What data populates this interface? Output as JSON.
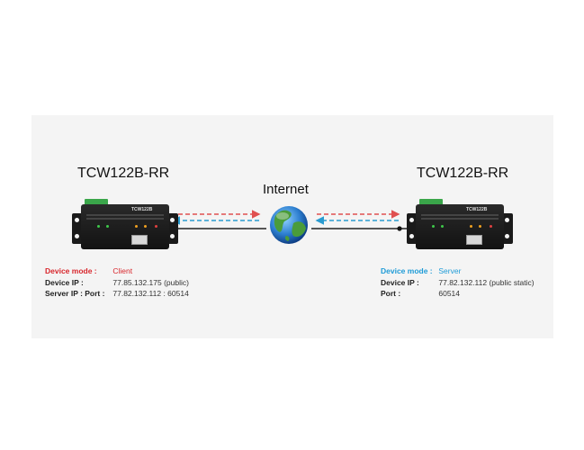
{
  "internet": {
    "label": "Internet"
  },
  "client": {
    "title": "TCW122B-RR",
    "model": "TCW122B",
    "mode_label": "Device mode :",
    "mode_value": "Client",
    "ip_label": "Device IP :",
    "ip_value": "77.85.132.175 (public)",
    "server_label": "Server IP : Port :",
    "server_value": "77.82.132.112 : 60514"
  },
  "server": {
    "title": "TCW122B-RR",
    "model": "TCW122B",
    "mode_label": "Device mode :",
    "mode_value": "Server",
    "ip_label": "Device IP :",
    "ip_value": "77.82.132.112 (public static)",
    "port_label": "Port :",
    "port_value": "60514"
  },
  "colors": {
    "client_accent": "#d8262c",
    "server_accent": "#1e9bd7",
    "arrow_red": "#e05050",
    "arrow_blue": "#2a9bd0",
    "device_body": "#1a1a1a",
    "terminal_green": "#3aa64a"
  },
  "icons": [
    "globe-icon",
    "device-icon"
  ]
}
